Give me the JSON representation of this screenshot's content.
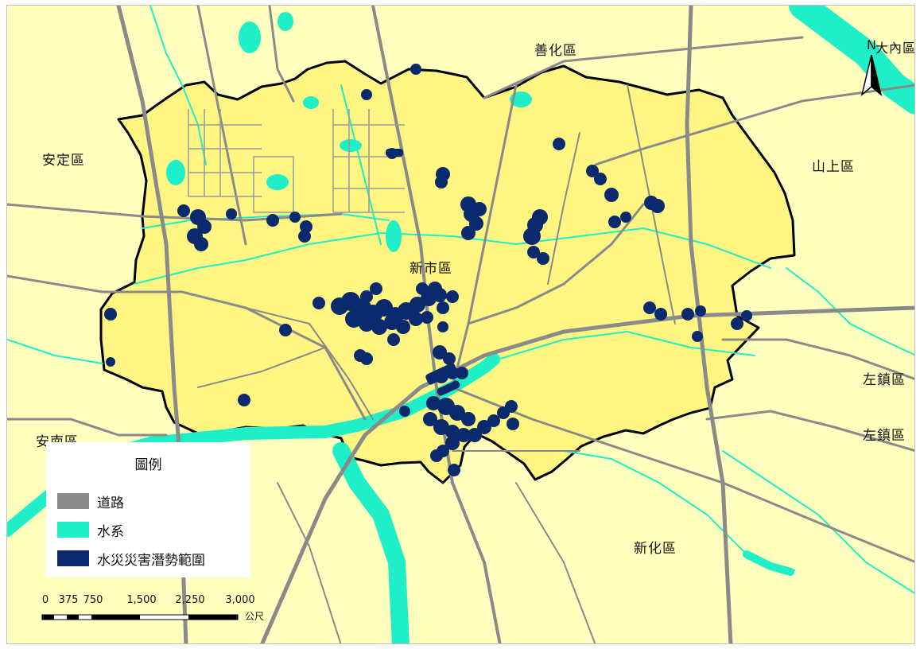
{
  "map": {
    "districts": {
      "center": "新市區",
      "north": "善化區",
      "northeast": "大內區",
      "west": "安定區",
      "east": "山上區",
      "southeast_1": "左鎮區",
      "southeast_2": "左鎮區",
      "southwest": "安南區",
      "south": "新化區"
    },
    "north_label": "N",
    "colors": {
      "land": "#ffffbe",
      "study_area": "#fff582",
      "roads": "#8a8a8a",
      "water": "#1fefc8",
      "flood_zone": "#0b2a6e",
      "boundary": "#000000"
    }
  },
  "legend": {
    "title": "圖例",
    "items": [
      {
        "label": "道路",
        "color": "#8a8a8a"
      },
      {
        "label": "水系",
        "color": "#1fefc8"
      },
      {
        "label": "水災災害潛勢範圍",
        "color": "#0b2a6e"
      }
    ]
  },
  "scalebar": {
    "ticks": [
      "0",
      "375",
      "750",
      "1,500",
      "2,250",
      "3,000"
    ],
    "unit": "公尺"
  }
}
